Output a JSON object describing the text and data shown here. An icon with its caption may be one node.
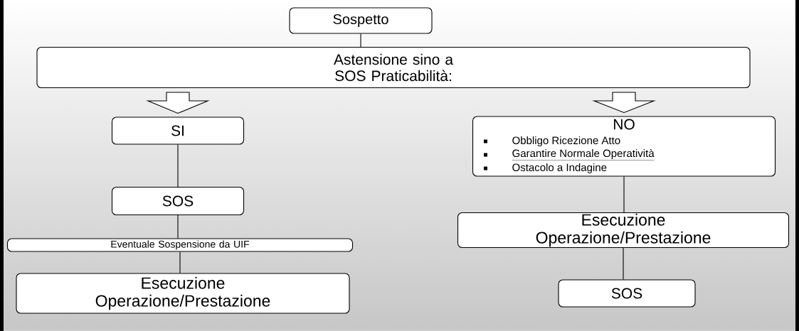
{
  "diagram": {
    "nodes": [
      {
        "text": [
          "Sospetto"
        ]
      },
      {
        "text": [
          "Astensione sino a SOS Praticabilità:"
        ]
      },
      {
        "text": [
          "SI"
        ]
      },
      {
        "text": [
          "NO",
          "Obbligo Ricezione Atto",
          "Garantire Normale Operatività",
          "Ostacolo a Indagine"
        ]
      },
      {
        "text": [
          "SOS"
        ]
      },
      {
        "text": [
          "Eventuale Sospensione da UIF"
        ]
      },
      {
        "text": [
          "Esecuzione Operazione/Prestazione"
        ]
      },
      {
        "text": [
          "Esecuzione Operazione/Prestazione"
        ]
      },
      {
        "text": [
          "SOS"
        ]
      }
    ],
    "edges": [
      {
        "from": 0,
        "to": 1,
        "arrow": "none"
      },
      {
        "from": 1,
        "to": 2,
        "arrow": "to"
      },
      {
        "from": 1,
        "to": 3,
        "arrow": "to"
      },
      {
        "from": 2,
        "to": 4,
        "arrow": "none"
      },
      {
        "from": 4,
        "to": 5,
        "arrow": "none"
      },
      {
        "from": 5,
        "to": 6,
        "arrow": "none"
      },
      {
        "from": 3,
        "to": 7,
        "arrow": "none"
      },
      {
        "from": 7,
        "to": 8,
        "arrow": "none"
      }
    ]
  }
}
